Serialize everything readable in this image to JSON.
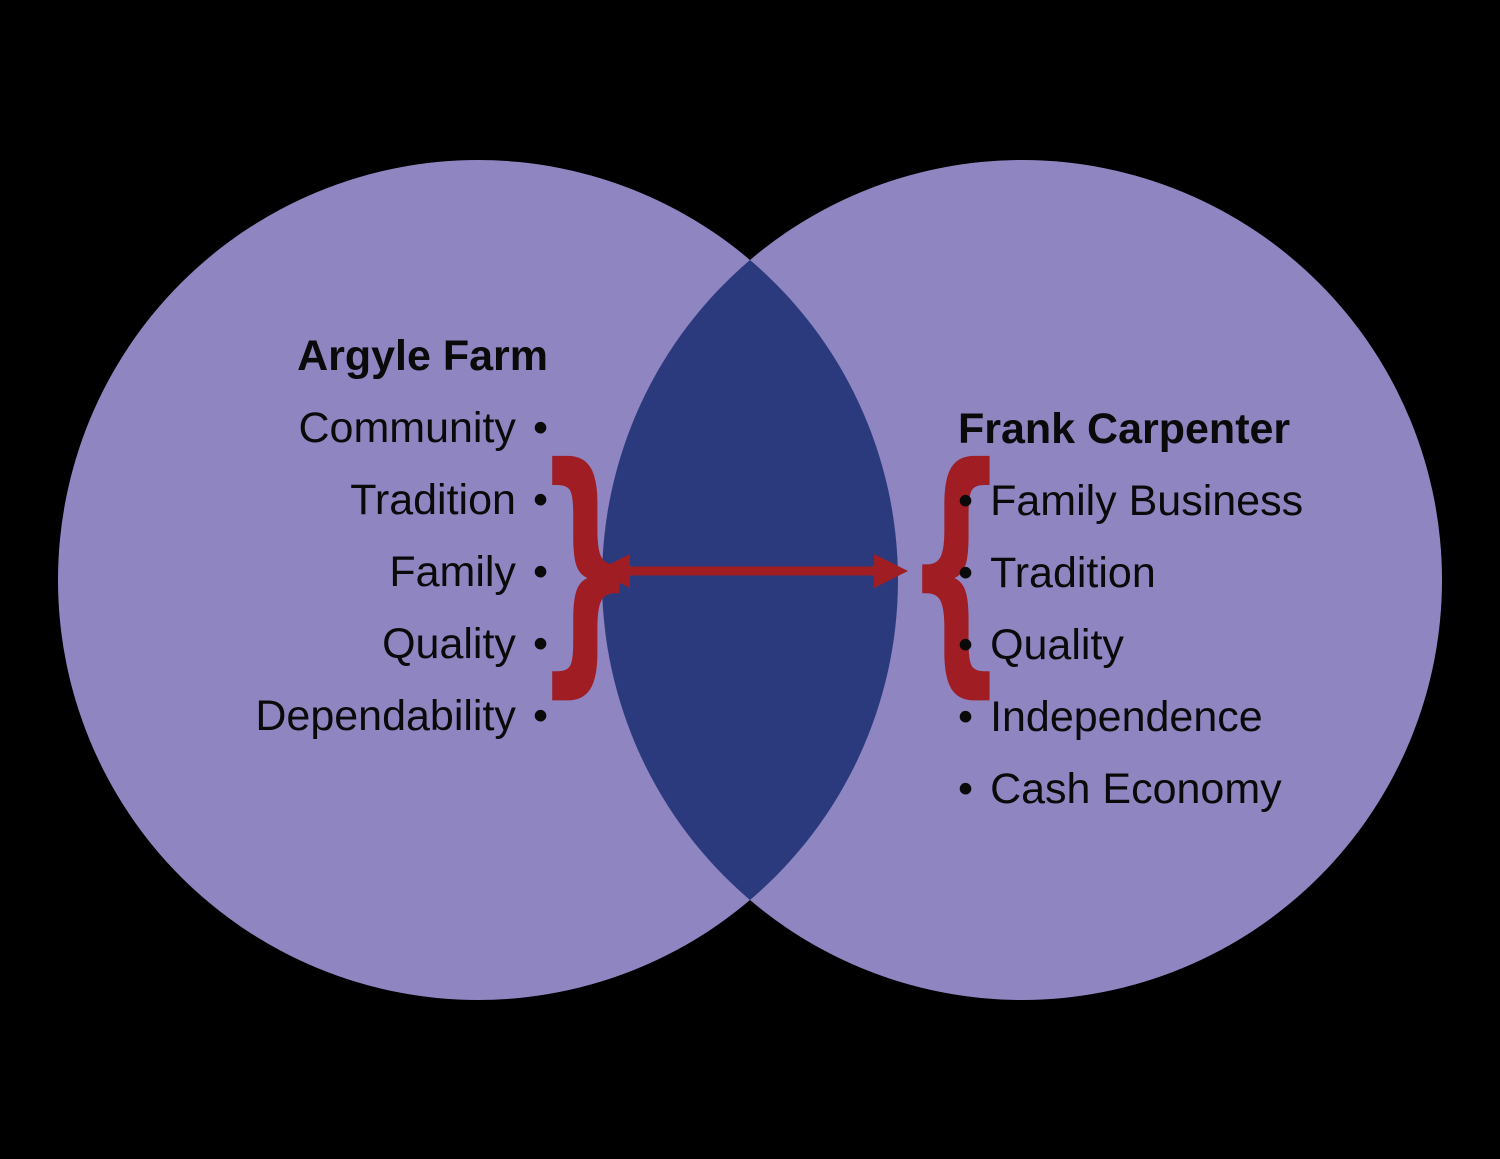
{
  "diagram": {
    "type": "venn",
    "bullet": "•",
    "braces": {
      "left": "}",
      "right": "{"
    },
    "left_circle": {
      "title": "Argyle Farm",
      "items": [
        "Community",
        "Tradition",
        "Family",
        "Quality",
        "Dependability"
      ]
    },
    "right_circle": {
      "title": "Frank Carpenter",
      "items": [
        "Family Business",
        "Tradition",
        "Quality",
        "Independence",
        "Cash Economy"
      ]
    },
    "shared_items": [
      "Tradition",
      "Family",
      "Quality"
    ],
    "colors": {
      "background": "#000000",
      "circle_fill": "#8E85C1",
      "overlap_fill": "#2B3A7D",
      "accent_red": "#A01D23",
      "text": "#000000"
    }
  }
}
